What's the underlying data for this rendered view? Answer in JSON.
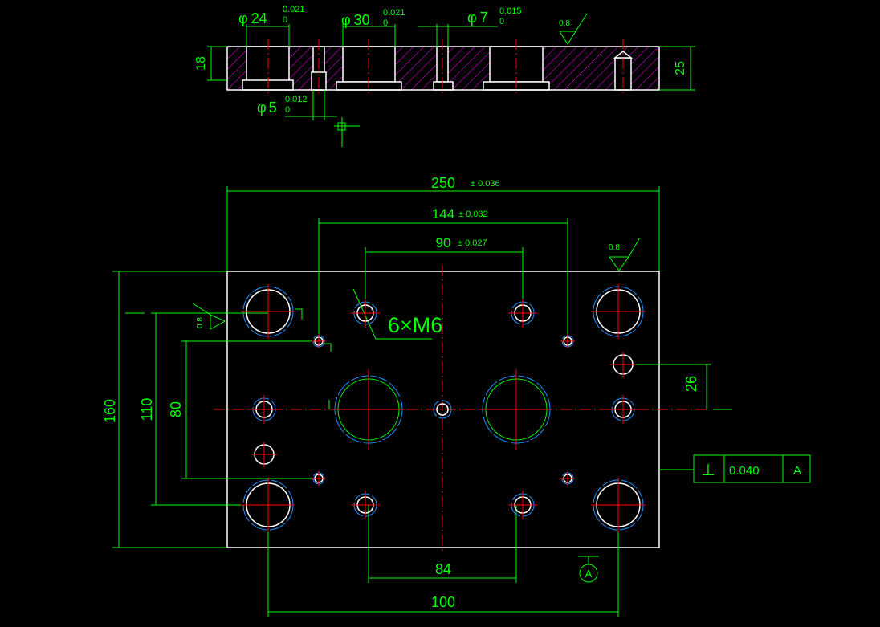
{
  "drawing": {
    "colors": {
      "background": "#000000",
      "part": "#ffffff",
      "dimension": "#00ff00",
      "centerline": "#ff0000",
      "hatch": "#ff00ff",
      "thread": "#1e90ff"
    },
    "section_view": {
      "dims": {
        "d24": {
          "sym": "φ",
          "val": "24",
          "up": "0.021",
          "lo": "0"
        },
        "d30": {
          "sym": "φ",
          "val": "30",
          "up": "0.021",
          "lo": "0"
        },
        "d7": {
          "sym": "φ",
          "val": "7",
          "up": "0.015",
          "lo": "0"
        },
        "d5": {
          "sym": "φ",
          "val": "5",
          "up": "0.012",
          "lo": "0"
        },
        "h18": "18",
        "h25": "25",
        "rough": "0.8"
      }
    },
    "plan_view": {
      "dims": {
        "w250": "250",
        "w250_tol": "± 0.036",
        "w144": "144",
        "w144_tol": "± 0.032",
        "w90": "90",
        "w90_tol": "± 0.027",
        "h160": "160",
        "h110": "110",
        "h80": "80",
        "v26": "26",
        "d84": "84",
        "d100": "100",
        "rough_top": "0.8",
        "rough_left": "0.8"
      },
      "callout": "6×M6",
      "tolerance_frame": {
        "symbol": "⊥",
        "value": "0.040",
        "datum": "A"
      },
      "datum_label": "A"
    }
  }
}
